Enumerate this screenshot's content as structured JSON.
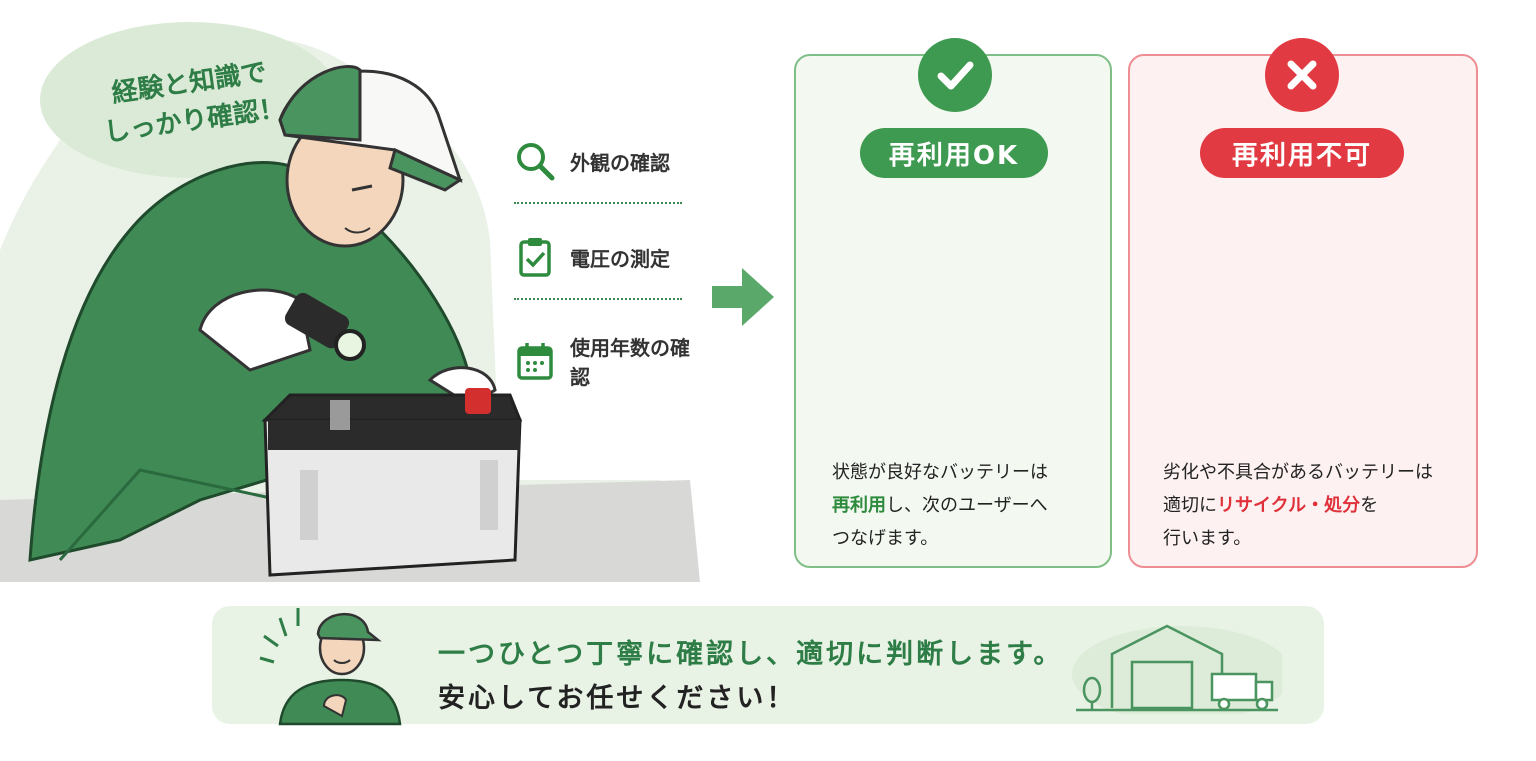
{
  "speech_bubble": {
    "line1": "経験と知識で",
    "line2": "しっかり確認！"
  },
  "checklist": {
    "items": [
      {
        "label": "外観の確認",
        "icon": "magnifier-icon"
      },
      {
        "label": "電圧の測定",
        "icon": "clipboard-check-icon"
      },
      {
        "label": "使用年数の確認",
        "icon": "calendar-icon"
      }
    ]
  },
  "card_ok": {
    "badge": "再利用OK",
    "line1": "状態が良好なバッテリーは",
    "line2_highlight": "再利用",
    "line2_rest": "し、次のユーザーへ",
    "line3": "つなげます。",
    "accent": "#3e9a50"
  },
  "card_ng": {
    "badge": "再利用不可",
    "line1": "劣化や不具合があるバッテリーは",
    "line2_pre": "適切に",
    "line2_highlight": "リサイクル・処分",
    "line2_post": "を",
    "line3": "行います。",
    "accent": "#e23a42"
  },
  "banner": {
    "line1": "一つひとつ丁寧に確認し、適切に判断します。",
    "line2": "安心してお任せください！"
  },
  "colors": {
    "green": "#3e9a50",
    "red": "#e23a42",
    "light_green": "#e8f2e5"
  }
}
